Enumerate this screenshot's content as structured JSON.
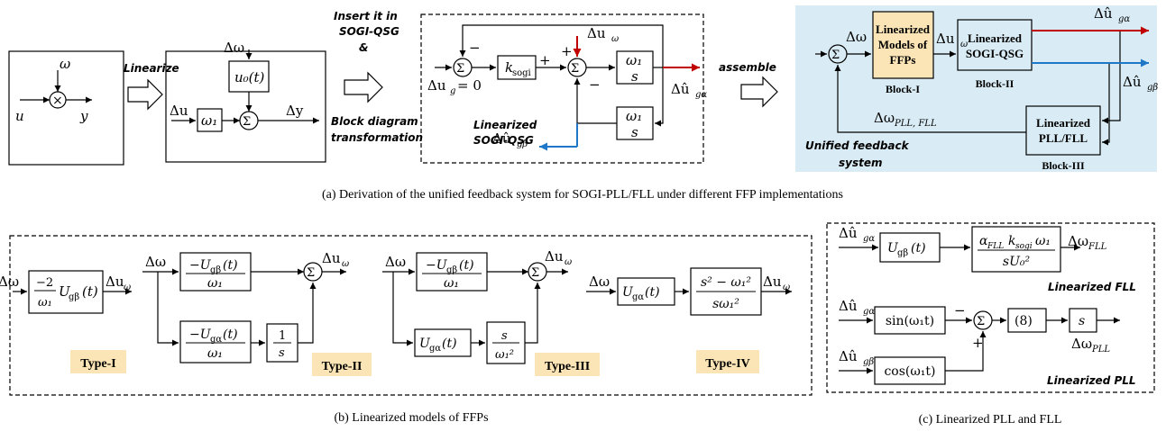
{
  "a": {
    "mult": {
      "omega": "ω",
      "u": "u",
      "y": "y",
      "symbol": "×"
    },
    "linearize": "Linearize",
    "lin": {
      "delta_omega": "Δω",
      "u0": "u₀(t)",
      "delta_u": "Δu",
      "omega1": "ω₁",
      "sum": "Σ",
      "delta_y": "Δy"
    },
    "insert": [
      "Insert it in",
      "SOGI-QSG",
      "&"
    ],
    "transform": [
      "Block diagram",
      "transformation"
    ],
    "sogi": {
      "minus": "−",
      "plus": "+",
      "minus2": "−",
      "delta_ug": "Δu",
      "ug_rhs": "= 0",
      "ksogi": "k",
      "ksogi_sub": "sogi",
      "delta_uw": "Δu",
      "frac_num": "ω₁",
      "frac_den": "s",
      "out_a": "Δû",
      "out_b": "Δû",
      "name": [
        "Linearized",
        "SOGI-QSG"
      ]
    },
    "assemble": "assemble",
    "unified": {
      "delta_omega": "Δω",
      "block1": [
        "Linearized",
        "Models of",
        "FFPs"
      ],
      "block1_label": "Block-I",
      "delta_uw": "Δu",
      "block2": [
        "Linearized",
        "SOGI-QSG"
      ],
      "block2_label": "Block-II",
      "out_a": "Δû",
      "out_b": "Δû",
      "fb": "Δω",
      "fb_sub": "PLL, FLL",
      "block3": [
        "Linearized",
        "PLL/FLL"
      ],
      "block3_label": "Block-III",
      "name": [
        "Unified feedback",
        "system"
      ]
    },
    "caption": "(a) Derivation of the unified feedback system for SOGI-PLL/FLL under different FFP implementations"
  },
  "b": {
    "t1": {
      "in": "Δω",
      "num": "−2",
      "den": "ω₁",
      "tail": "U",
      "tail_sub": "gβ",
      "tail_arg": "(t)",
      "out": "Δu",
      "label": "Type-I"
    },
    "t2": {
      "in": "Δω",
      "top_num": "−U",
      "top_sub": "gβ",
      "top_arg": "(t)",
      "top_den": "ω₁",
      "bot_num": "−U",
      "bot_sub": "gα",
      "bot_arg": "(t)",
      "bot_den": "ω₁",
      "int_num": "1",
      "int_den": "s",
      "sum": "Σ",
      "out": "Δu",
      "label": "Type-II"
    },
    "t3": {
      "in": "Δω",
      "top_num": "−U",
      "top_sub": "gβ",
      "top_arg": "(t)",
      "top_den": "ω₁",
      "bot": "U",
      "bot_sub": "gα",
      "bot_arg": "(t)",
      "f_num": "s",
      "f_den": "ω₁²",
      "sum": "Σ",
      "out": "Δu",
      "label": "Type-III"
    },
    "t4": {
      "in": "Δω",
      "blk": "U",
      "blk_sub": "gα",
      "blk_arg": "(t)",
      "num": "s² − ω₁²",
      "den": "sω₁²",
      "out": "Δu",
      "label": "Type-IV"
    },
    "caption": "(b) Linearized models of FFPs"
  },
  "c": {
    "fll": {
      "in": "Δû",
      "blk": "U",
      "blk_sub": "gβ",
      "blk_arg": "(t)",
      "num_a": "α",
      "num_a_sub": "FLL",
      "num_b": "k",
      "num_b_sub": "sogi",
      "num_c": "ω₁",
      "den": "sU₀²",
      "out": "Δω",
      "out_sub": "FLL",
      "name": "Linearized FLL"
    },
    "pll": {
      "in_a": "Δû",
      "in_b": "Δû",
      "sin": "sin(ω₁t)",
      "cos": "cos(ω₁t)",
      "minus": "−",
      "plus": "+",
      "sum": "Σ",
      "ref": "(8)",
      "s": "s",
      "out": "Δω",
      "out_sub": "PLL",
      "name": "Linearized PLL"
    },
    "caption": "(c) Linearized PLL and FLL"
  },
  "colors": {
    "red": "#c00000",
    "blue": "#1f77c8",
    "yellow": "#fbe5b6",
    "panel": "#d9ecf5"
  }
}
